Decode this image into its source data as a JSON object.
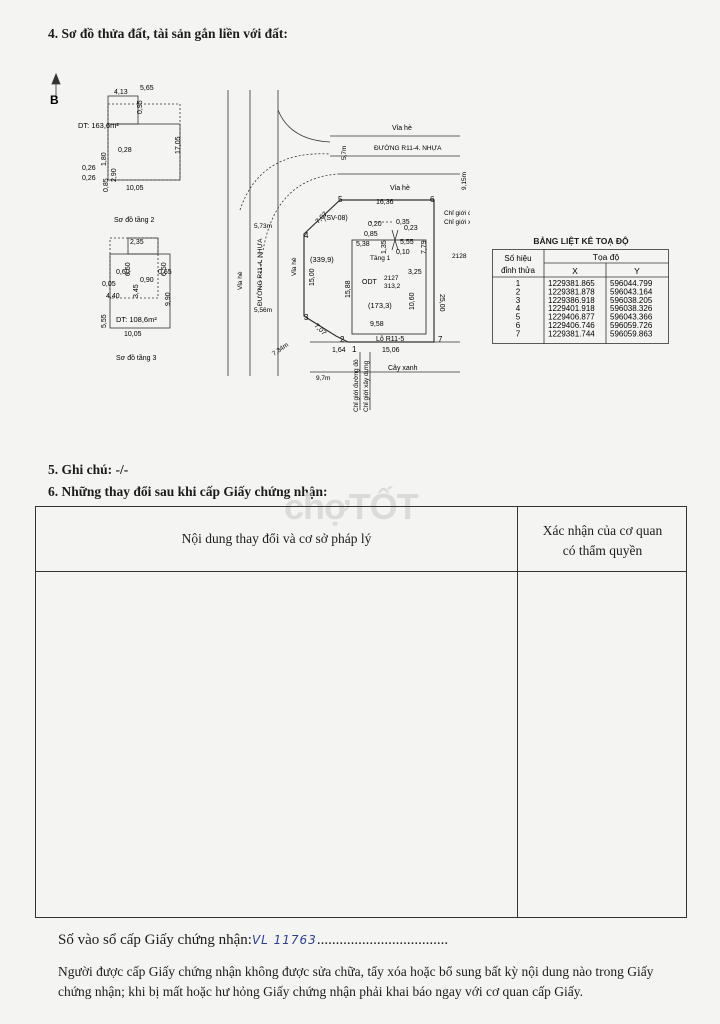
{
  "section4": {
    "title": "4. Sơ đồ thửa đất, tài sản gắn liền với đất:"
  },
  "section5": {
    "title": "5. Ghi chú: -/-"
  },
  "section6": {
    "title": "6. Những thay đổi sau khi cấp Giấy chứng nhận:"
  },
  "changes_table": {
    "col1_header": "Nội dung thay đổi và cơ sở pháp lý",
    "col2_header_line1": "Xác nhận của cơ quan",
    "col2_header_line2": "có thẩm quyền"
  },
  "registry": {
    "label": "Số vào sổ cấp Giấy chứng nhận:",
    "handwritten": "VL 11763",
    "dots": "..................................."
  },
  "footer_note": "Người được cấp Giấy chứng nhận không được sửa chữa, tẩy xóa hoặc bổ sung bất kỳ nội dung nào trong Giấy chứng nhận; khi bị mất hoặc hư hỏng Giấy chứng nhận phải khai báo ngay với cơ quan cấp Giấy.",
  "watermark": "chợTỐT",
  "floor2": {
    "north": "B",
    "area": "DT: 163,6m²",
    "dims": [
      "4,13",
      "5,65",
      "0,95",
      "17,05",
      "10,05",
      "0,28",
      "1,80",
      "2,90",
      "0,26",
      "0,85",
      "0,26",
      "10,05"
    ],
    "caption": "Sơ đồ tầng 2"
  },
  "floor3": {
    "area": "DT: 108,6m²",
    "dims": [
      "2,35",
      "6,50",
      "6,50",
      "0,60",
      "0,65",
      "0,05",
      "0,90",
      "3,45",
      "4,40",
      "9,90",
      "5,55",
      "10,05"
    ],
    "caption": "Sơ đồ tầng 3"
  },
  "site": {
    "road_top": "ĐƯỜNG R11-4. NHỰA",
    "road_left": "ĐƯỜNG R11-4. NHỰA",
    "sidewalk": "Vỉa hè",
    "w_top": "5,7m",
    "w_right": "9,15m",
    "w_left_top": "5,73m",
    "w_left_bottom": "5,56m",
    "w_bottom_left": "7,34m",
    "w_bottom": "9,7m",
    "road_boundary": "Chỉ giới đường đỏ",
    "build_boundary": "Chỉ giới xây dựng",
    "neighbor_code": "(SV-08)",
    "area_total": "(339,9)",
    "area_building": "(173,3)",
    "land_use": "ODT",
    "floor_label": "Tầng 1",
    "parcel_no": "2127",
    "sheet_no": "313,2",
    "neighbor_right": "2128",
    "lot": "Lô R11-5",
    "tree": "Cây xanh",
    "edges": [
      "16,36",
      "7,07",
      "15,00",
      "7,07",
      "1,64",
      "15,06",
      "25,00",
      "9,58",
      "15,88",
      "10,60",
      "5,38",
      "0,20",
      "0,35",
      "0,85",
      "0,23",
      "1,35",
      "5,55",
      "0,10",
      "7,79",
      "3,25",
      "0,85"
    ],
    "points": [
      "1",
      "2",
      "3",
      "4",
      "5",
      "6",
      "7"
    ]
  },
  "coord_table": {
    "title": "BẢNG LIỆT KÊ TOẠ ĐỘ",
    "h_point_1": "Số hiệu",
    "h_point_2": "đỉnh thửa",
    "h_coord": "Tọa độ",
    "h_x": "X",
    "h_y": "Y",
    "rows": [
      {
        "p": "1",
        "x": "1229381.865",
        "y": "596044.799"
      },
      {
        "p": "2",
        "x": "1229381.878",
        "y": "596043.164"
      },
      {
        "p": "3",
        "x": "1229386.918",
        "y": "596038.205"
      },
      {
        "p": "4",
        "x": "1229401.918",
        "y": "596038.326"
      },
      {
        "p": "5",
        "x": "1229406.877",
        "y": "596043.366"
      },
      {
        "p": "6",
        "x": "1229406.746",
        "y": "596059.726"
      },
      {
        "p": "7",
        "x": "1229381.744",
        "y": "596059.863"
      }
    ]
  }
}
